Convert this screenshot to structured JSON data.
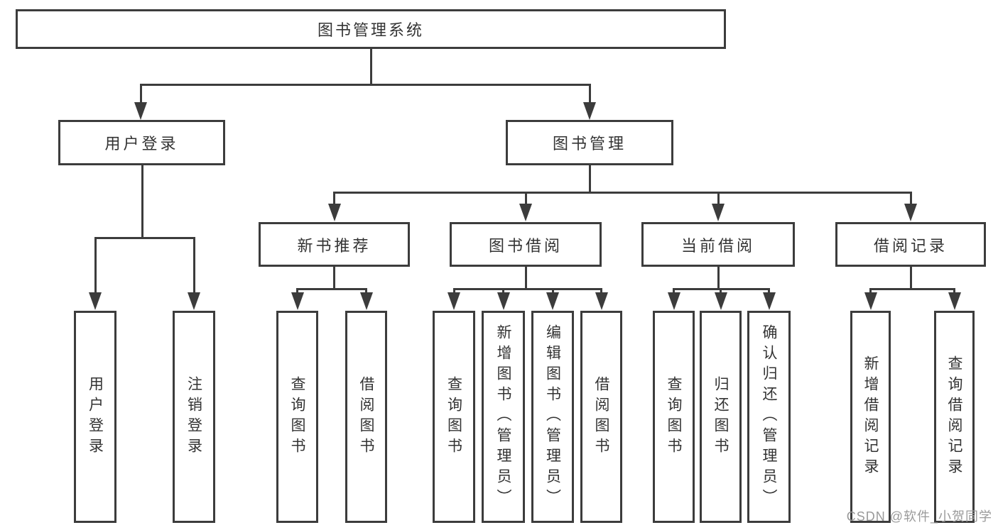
{
  "diagram": {
    "title": "图书管理系统",
    "tree": {
      "root": {
        "label": "图书管理系统"
      },
      "branches": [
        {
          "label": "用户登录",
          "children": [
            {
              "label": "用户登录"
            },
            {
              "label": "注销登录"
            }
          ]
        },
        {
          "label": "图书管理",
          "children": [
            {
              "label": "新书推荐",
              "children": [
                {
                  "label": "查询图书"
                },
                {
                  "label": "借阅图书"
                }
              ]
            },
            {
              "label": "图书借阅",
              "children": [
                {
                  "label": "查询图书"
                },
                {
                  "label": "新增图书（管理员）"
                },
                {
                  "label": "编辑图书（管理员）"
                },
                {
                  "label": "借阅图书"
                }
              ]
            },
            {
              "label": "当前借阅",
              "children": [
                {
                  "label": "查询图书"
                },
                {
                  "label": "归还图书"
                },
                {
                  "label": "确认归还（管理员）"
                }
              ]
            },
            {
              "label": "借阅记录",
              "children": [
                {
                  "label": "新增借阅记录"
                },
                {
                  "label": "查询借阅记录"
                }
              ]
            }
          ]
        }
      ]
    },
    "colors": {
      "line": "#3c3c3c",
      "text": "#333333",
      "background": "#ffffff",
      "watermark": "#9a9a9a"
    }
  },
  "watermark": {
    "text": "CSDN @软件_小贺同学"
  }
}
